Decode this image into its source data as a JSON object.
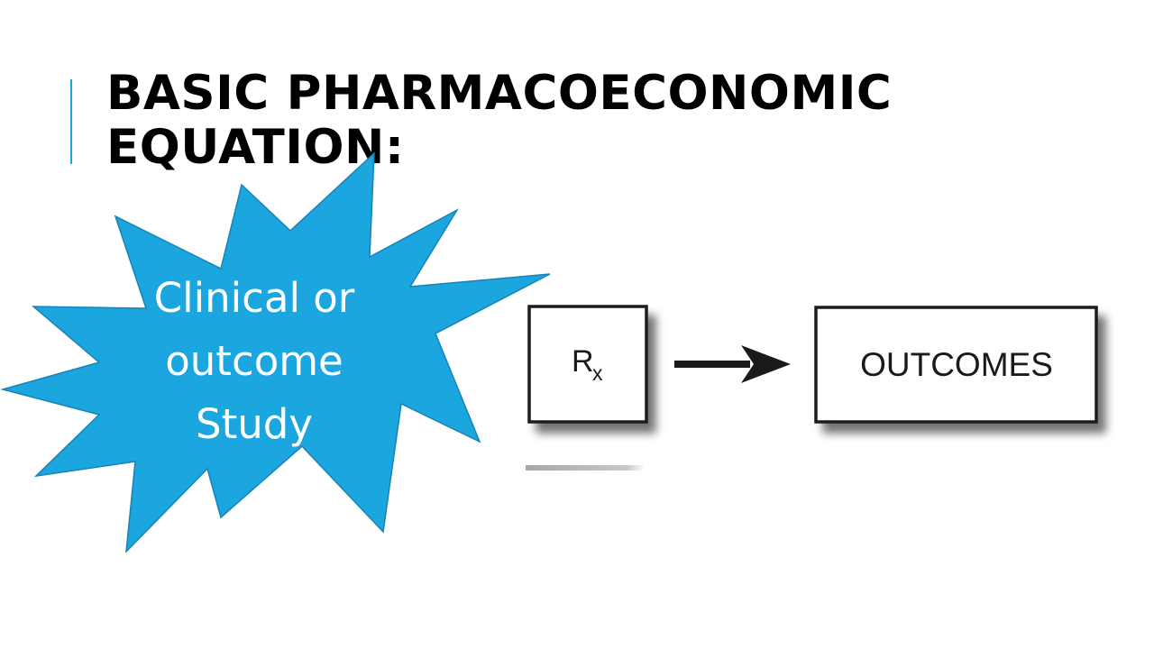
{
  "slide": {
    "title_lines": [
      "BASIC PHARMACOECONOMIC",
      "EQUATION:"
    ]
  },
  "burst": {
    "label_lines": [
      "Clinical or",
      "outcome",
      "Study"
    ],
    "fill_color": "#1ba6e0",
    "stroke_color": "#1783b4"
  },
  "diagram": {
    "box1": {
      "label_main": "R",
      "label_sub": "x"
    },
    "box2": {
      "label": "OUTCOMES"
    },
    "connector": "arrow-right"
  },
  "colors": {
    "accent": "#1ba6db",
    "title": "#000000",
    "box_border": "#1a1a1a"
  }
}
